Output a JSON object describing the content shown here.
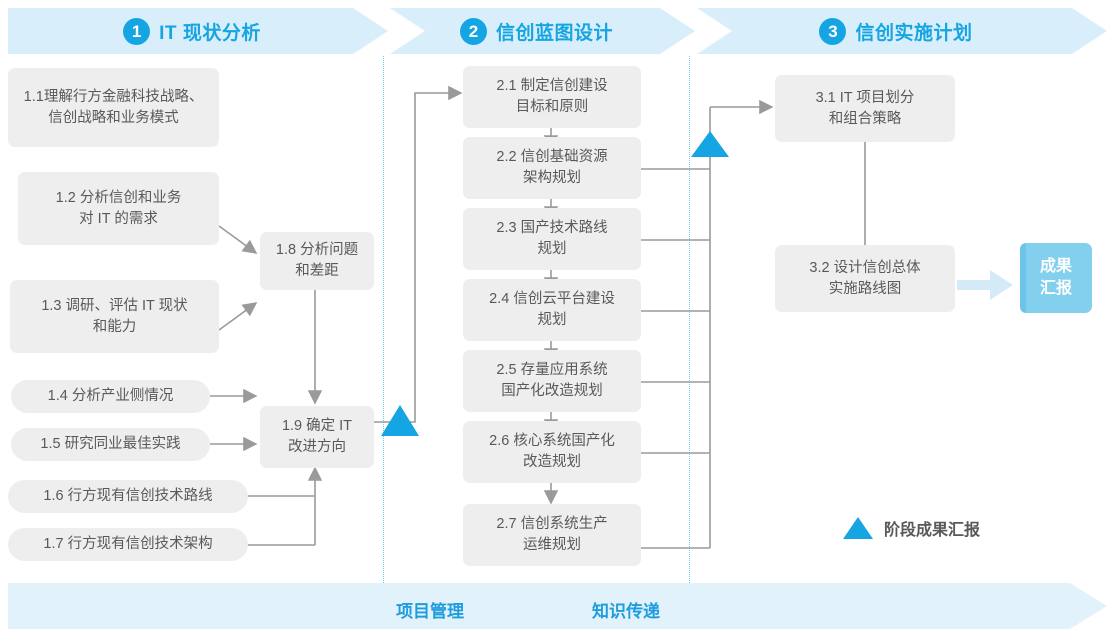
{
  "phases": [
    {
      "num": "1",
      "title": "IT 现状分析"
    },
    {
      "num": "2",
      "title": "信创蓝图设计"
    },
    {
      "num": "3",
      "title": "信创实施计划"
    }
  ],
  "phase1_tasks": [
    {
      "id": "1.1",
      "text": "1.1理解行方金融科技战略、\n信创战略和业务模式"
    },
    {
      "id": "1.2",
      "text": "1.2 分析信创和业务\n对 IT 的需求"
    },
    {
      "id": "1.3",
      "text": "1.3 调研、评估 IT 现状\n和能力"
    },
    {
      "id": "1.4",
      "text": "1.4 分析产业侧情况"
    },
    {
      "id": "1.5",
      "text": "1.5 研究同业最佳实践"
    },
    {
      "id": "1.6",
      "text": "1.6 行方现有信创技术路线"
    },
    {
      "id": "1.7",
      "text": "1.7 行方现有信创技术架构"
    },
    {
      "id": "1.8",
      "text": "1.8 分析问题\n和差距"
    },
    {
      "id": "1.9",
      "text": "1.9 确定 IT\n改进方向"
    }
  ],
  "phase2_tasks": [
    {
      "id": "2.1",
      "text": "2.1 制定信创建设\n目标和原则"
    },
    {
      "id": "2.2",
      "text": "2.2 信创基础资源\n架构规划"
    },
    {
      "id": "2.3",
      "text": "2.3 国产技术路线\n规划"
    },
    {
      "id": "2.4",
      "text": "2.4 信创云平台建设\n规划"
    },
    {
      "id": "2.5",
      "text": "2.5 存量应用系统\n国产化改造规划"
    },
    {
      "id": "2.6",
      "text": "2.6 核心系统国产化\n改造规划"
    },
    {
      "id": "2.7",
      "text": "2.7 信创系统生产\n运维规划"
    }
  ],
  "phase3_tasks": [
    {
      "id": "3.1",
      "text": "3.1 IT 项目划分\n和组合策略"
    },
    {
      "id": "3.2",
      "text": "3.2 设计信创总体\n实施路线图"
    }
  ],
  "result_badge": {
    "text": "成果\n汇报"
  },
  "legend": {
    "label": "阶段成果汇报",
    "marker": "milestone-triangle"
  },
  "bottom_band": {
    "labels": [
      "项目管理",
      "知识传递"
    ]
  },
  "colors": {
    "accent": "#16a5e3",
    "band": "#d8eefa",
    "bottom_band": "#e2f2fb",
    "box_fill": "#eeeeee",
    "box_text": "#58595b",
    "badge": "#82cfee",
    "connector": "#9a9a9a",
    "divider": "#6ecbe8"
  }
}
